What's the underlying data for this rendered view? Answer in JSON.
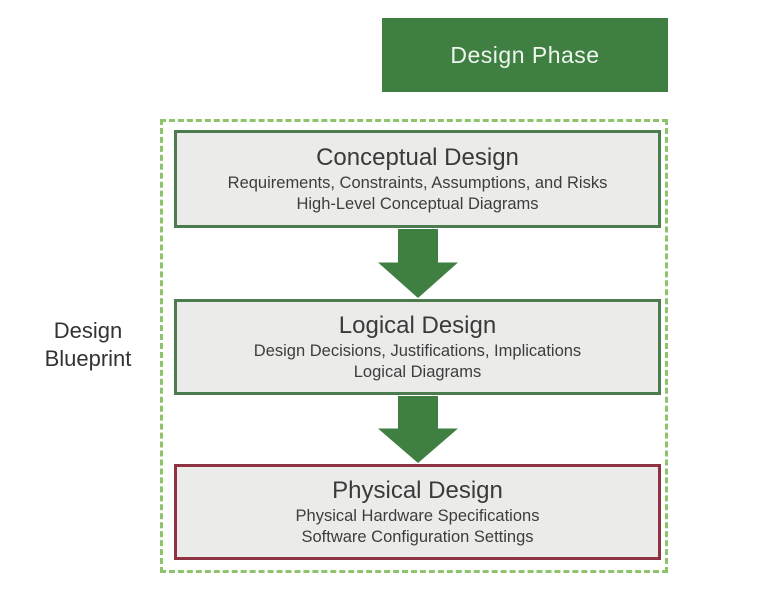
{
  "banner": {
    "label": "Design Phase"
  },
  "side_label": {
    "label": "Design Blueprint"
  },
  "stages": [
    {
      "title": "Conceptual Design",
      "line1": "Requirements, Constraints, Assumptions, and Risks",
      "line2": "High-Level Conceptual Diagrams",
      "border_color": "#4C7B50"
    },
    {
      "title": "Logical Design",
      "line1": "Design Decisions, Justifications, Implications",
      "line2": "Logical Diagrams",
      "border_color": "#4C7B50"
    },
    {
      "title": "Physical Design",
      "line1": "Physical Hardware Specifications",
      "line2": "Software Configuration Settings",
      "border_color": "#8E3344"
    }
  ],
  "icons": {
    "arrow_between_stages": "down-block-arrow-icon"
  },
  "colors": {
    "dark_green": "#3F7F42",
    "border_green": "#4C7B50",
    "dash_green": "#8FC36B",
    "maroon": "#8E3344",
    "box_fill": "#EBEBE9",
    "text_dark": "#3A3A3A",
    "banner_text": "#EFF6EF"
  }
}
